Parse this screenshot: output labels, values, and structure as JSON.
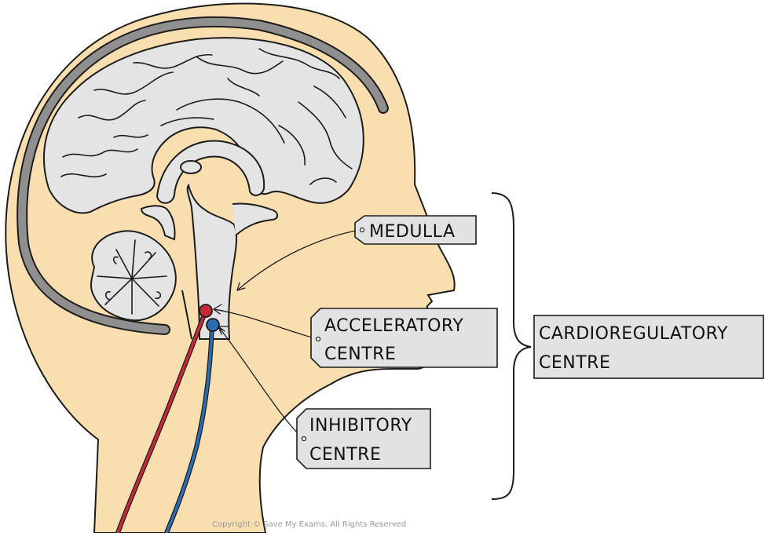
{
  "labels": {
    "medulla": "MEDULLA",
    "acceleratory": [
      "ACCELERATORY",
      "CENTRE"
    ],
    "inhibitory": [
      "INHIBITORY",
      "CENTRE"
    ],
    "cardioregulatory": [
      "CARDIOREGULATORY",
      "CENTRE"
    ]
  },
  "copyright": "Copyright © Save My Exams. All Rights Reserved",
  "colors": {
    "skin": "#f9dfb0",
    "brain": "#e4e4e4",
    "outline": "#1c1c1c",
    "skull": "#8f8f8f",
    "tag_fill": "#e2e2e2",
    "accelerator_nerve": "#c8283a",
    "inhibitor_nerve": "#2a6db5"
  }
}
